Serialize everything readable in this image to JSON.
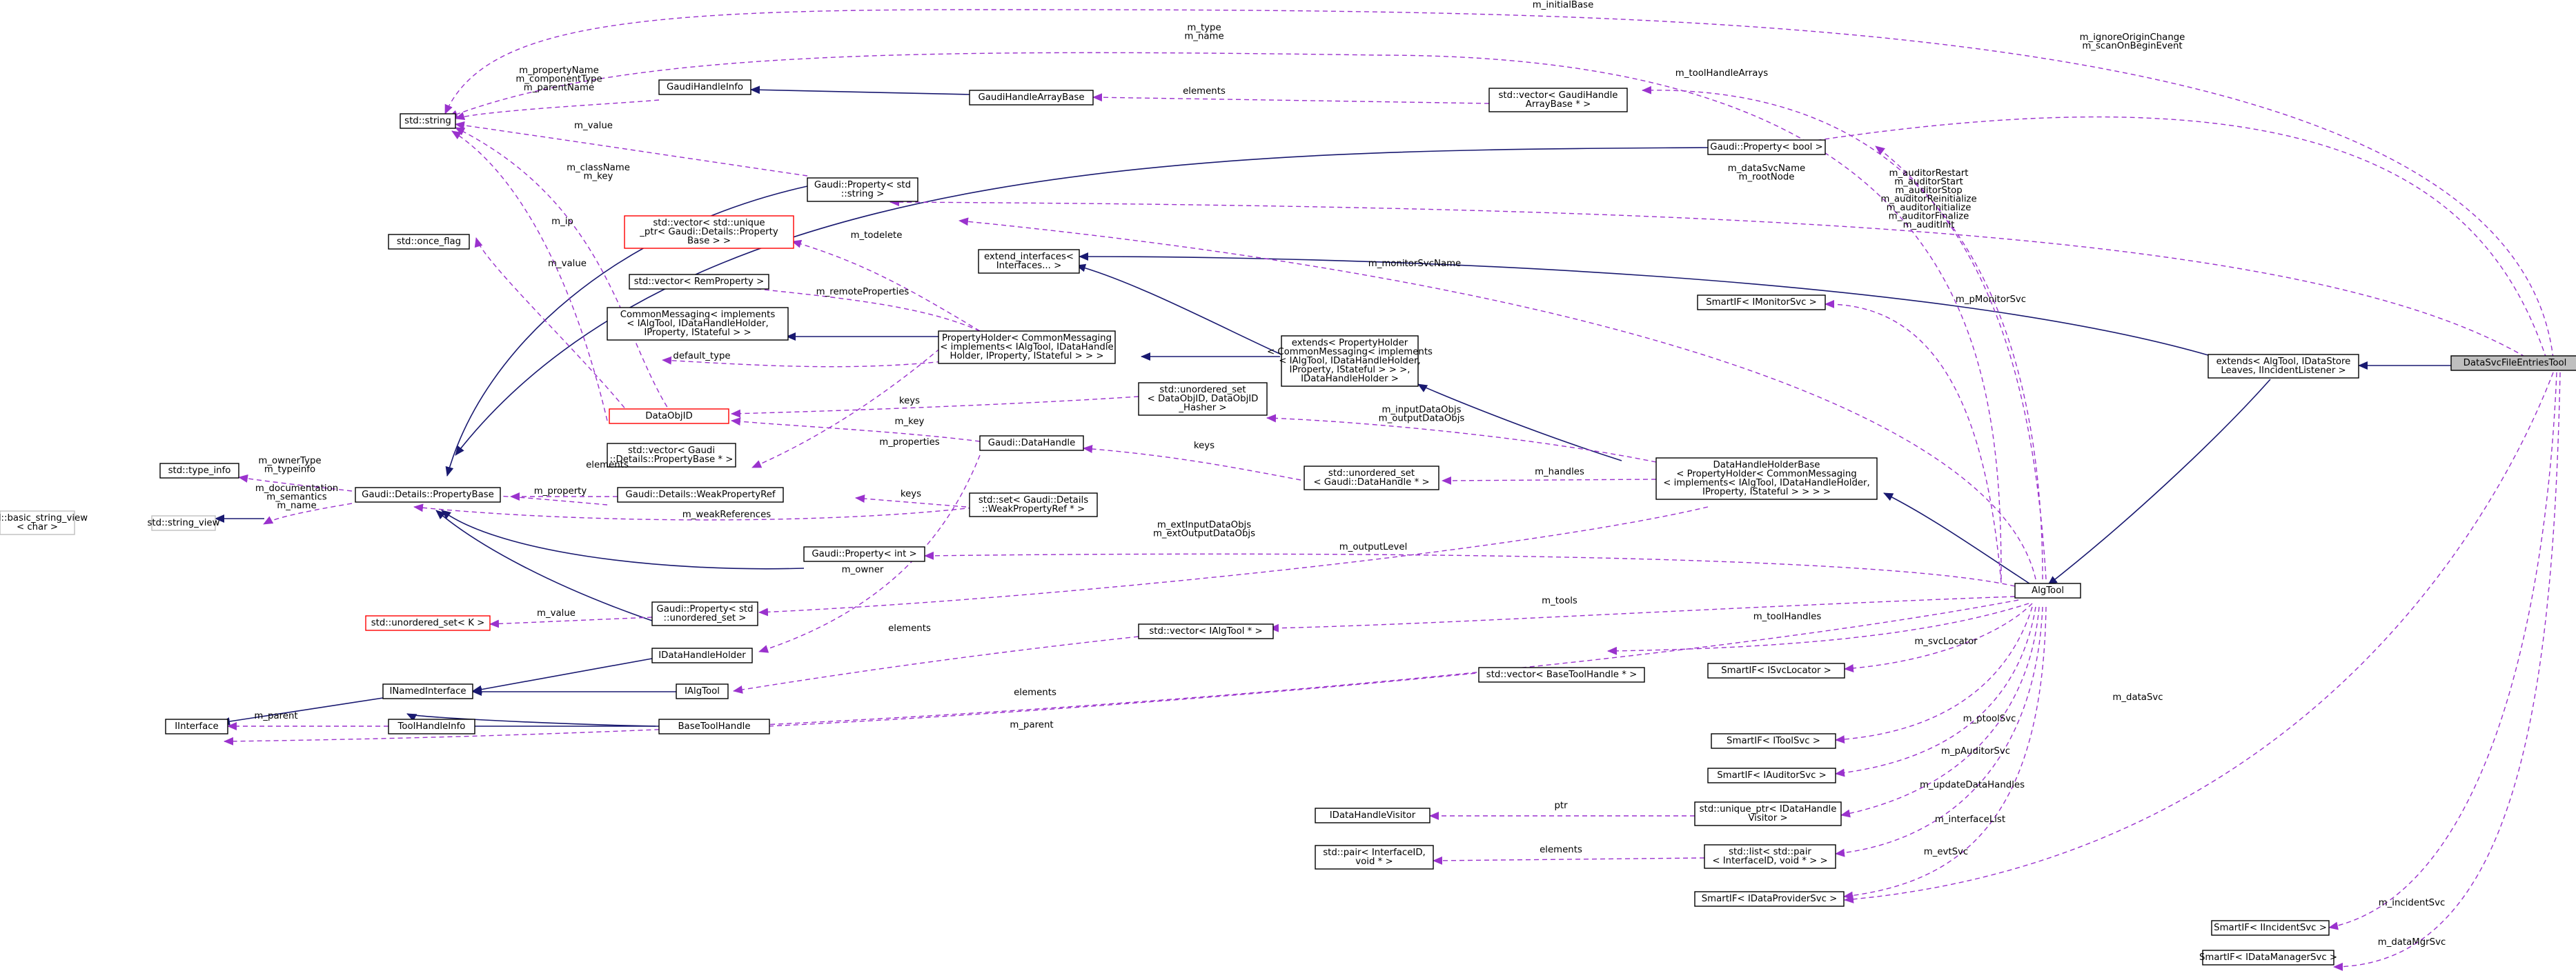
{
  "diagram": {
    "colors": {
      "inheritance": "#191970",
      "usage": "#9a32cd",
      "highlight_fill": "#bfbfbf",
      "missing_border": "#ff0000"
    },
    "nodes": {
      "dse": [
        "DataSvcFileEntriesTool"
      ],
      "extends_algtool": [
        "extends< AlgTool, IDataStore",
        "Leaves, IIncidentListener >"
      ],
      "algtool": [
        "AlgTool"
      ],
      "dhhb": [
        "DataHandleHolderBase",
        "< PropertyHolder< CommonMessaging",
        "< implements< IAlgTool, IDataHandleHolder,",
        "IProperty, IStateful > > > >"
      ],
      "extends_ph": [
        "extends< PropertyHolder",
        "< CommonMessaging< implements",
        "< IAlgTool, IDataHandleHolder,",
        "IProperty, IStateful > > >,",
        "IDataHandleHolder >"
      ],
      "ext_if": [
        "extend_interfaces<",
        "Interfaces... >"
      ],
      "ph": [
        "PropertyHolder< CommonMessaging",
        "< implements< IAlgTool, IDataHandle",
        "Holder, IProperty, IStateful > > >"
      ],
      "cm": [
        "CommonMessaging< implements",
        "< IAlgTool, IDataHandleHolder,",
        "IProperty, IStateful > >"
      ],
      "vec_rem": [
        "std::vector< RemProperty >"
      ],
      "vec_uptr": [
        "std::vector< std::unique",
        "_ptr< Gaudi::Details::Property",
        "Base > >"
      ],
      "prop_str": [
        "Gaudi::Property< std",
        "::string >"
      ],
      "std_string": [
        "std::string"
      ],
      "ghi": [
        "GaudiHandleInfo"
      ],
      "ghab": [
        "GaudiHandleArrayBase"
      ],
      "vec_gha": [
        "std::vector< GaudiHandle",
        "ArrayBase * >"
      ],
      "prop_bool": [
        "Gaudi::Property< bool >"
      ],
      "once_flag": [
        "std::once_flag"
      ],
      "dataobjid": [
        "DataObjID"
      ],
      "uset_doid": [
        "std::unordered_set",
        "< DataObjID, DataObjID",
        "_Hasher >"
      ],
      "datahandle": [
        "Gaudi::DataHandle"
      ],
      "uset_dh": [
        "std::unordered_set",
        "< Gaudi::DataHandle * >"
      ],
      "vec_pb": [
        "std::vector< Gaudi",
        "::Details::PropertyBase * >"
      ],
      "wpr": [
        "Gaudi::Details::WeakPropertyRef"
      ],
      "set_wpr": [
        "std::set< Gaudi::Details",
        "::WeakPropertyRef * >"
      ],
      "pb": [
        "Gaudi::Details::PropertyBase"
      ],
      "type_info": [
        "std::type_info"
      ],
      "string_view": [
        "std::string_view"
      ],
      "bsv": [
        "std::basic_string_view",
        "< char >"
      ],
      "prop_int": [
        "Gaudi::Property< int >"
      ],
      "prop_uset": [
        "Gaudi::Property< std",
        "::unordered_set >"
      ],
      "uset_k": [
        "std::unordered_set< K >"
      ],
      "idhh": [
        "IDataHandleHolder"
      ],
      "inamed": [
        "INamedInterface"
      ],
      "ialgtool": [
        "IAlgTool"
      ],
      "iinterface": [
        "IInterface"
      ],
      "thi": [
        "ToolHandleInfo"
      ],
      "bth": [
        "BaseToolHandle"
      ],
      "vec_ialg": [
        "std::vector< IAlgTool * >"
      ],
      "vec_bth": [
        "std::vector< BaseToolHandle * >"
      ],
      "sif_monitor": [
        "SmartIF< IMonitorSvc >"
      ],
      "sif_svcloc": [
        "SmartIF< ISvcLocator >"
      ],
      "sif_toolsvc": [
        "SmartIF< IToolSvc >"
      ],
      "sif_auditor": [
        "SmartIF< IAuditorSvc >"
      ],
      "idhv": [
        "IDataHandleVisitor"
      ],
      "uptr_idhv": [
        "std::unique_ptr< IDataHandle",
        "Visitor >"
      ],
      "pair_ifid": [
        "std::pair< InterfaceID,",
        "void * >"
      ],
      "list_pair": [
        "std::list< std::pair",
        "< InterfaceID, void * > >"
      ],
      "sif_dataprov": [
        "SmartIF< IDataProviderSvc >"
      ],
      "sif_incident": [
        "SmartIF< IIncidentSvc >"
      ],
      "sif_datamgr": [
        "SmartIF< IDataManagerSvc >"
      ]
    },
    "edge_labels": [
      [
        "m_initialBase"
      ],
      [
        "m_type",
        "m_name"
      ],
      [
        "m_ignoreOriginChange",
        "m_scanOnBeginEvent"
      ],
      [
        "m_propertyName",
        "m_componentType",
        "m_parentName"
      ],
      [
        "elements"
      ],
      [
        "m_toolHandleArrays"
      ],
      [
        "m_value"
      ],
      [
        "m_className",
        "m_key"
      ],
      [
        "m_dataSvcName",
        "m_rootNode"
      ],
      [
        "m_auditorRestart",
        "m_auditorStart",
        "m_auditorStop",
        "m_auditorReinitialize",
        "m_auditorInitialize",
        "m_auditorFinalize",
        "m_auditInit"
      ],
      [
        "m_ip"
      ],
      [
        "m_todelete"
      ],
      [
        "m_value"
      ],
      [
        "m_monitorSvcName"
      ],
      [
        "m_pMonitorSvc"
      ],
      [
        "m_remoteProperties"
      ],
      [
        "default_type"
      ],
      [
        "keys"
      ],
      [
        "m_inputDataObjs",
        "m_outputDataObjs"
      ],
      [
        "m_key"
      ],
      [
        "m_properties"
      ],
      [
        "keys"
      ],
      [
        "elements"
      ],
      [
        "m_handles"
      ],
      [
        "m_ownerType",
        "m_typeinfo"
      ],
      [
        "m_property"
      ],
      [
        "keys"
      ],
      [
        "m_documentation",
        "m_semantics",
        "m_name"
      ],
      [
        "m_weakReferences"
      ],
      [
        "m_extInputDataObjs",
        "m_extOutputDataObjs"
      ],
      [
        "m_outputLevel"
      ],
      [
        "m_owner"
      ],
      [
        "m_value"
      ],
      [
        "m_tools"
      ],
      [
        "elements"
      ],
      [
        "m_toolHandles"
      ],
      [
        "m_svcLocator"
      ],
      [
        "m_dataSvc"
      ],
      [
        "elements"
      ],
      [
        "m_parent"
      ],
      [
        "m_parent"
      ],
      [
        "m_ptoolSvc"
      ],
      [
        "m_pAuditorSvc"
      ],
      [
        "m_updateDataHandles"
      ],
      [
        "ptr"
      ],
      [
        "m_interfaceList"
      ],
      [
        "elements"
      ],
      [
        "m_evtSvc"
      ],
      [
        "m_incidentSvc"
      ],
      [
        "m_dataMgrSvc"
      ]
    ]
  }
}
